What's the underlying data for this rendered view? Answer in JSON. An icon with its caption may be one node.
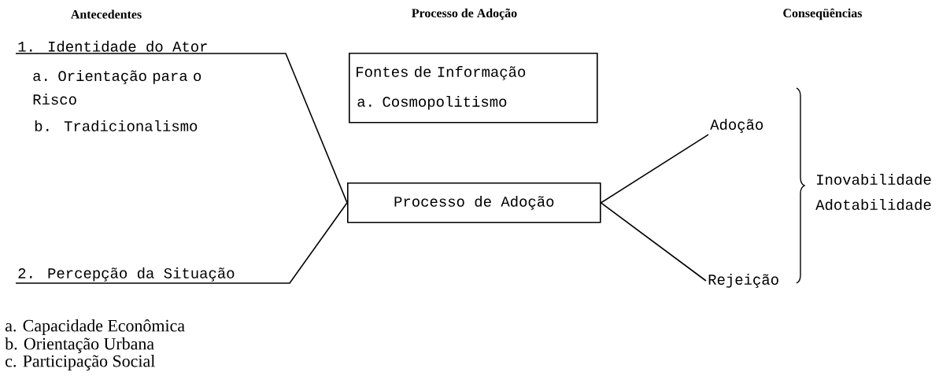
{
  "diagram": {
    "nodes": [
      {
        "text": [
          "1. Identidade do Ator"
        ]
      },
      {
        "text": [
          "2. Percepção da Situação"
        ]
      },
      {
        "text": [
          "Fontes de Informação",
          "a. Cosmopolitismo"
        ]
      },
      {
        "text": [
          "Processo de Adoção"
        ]
      },
      {
        "text": [
          "Adoção"
        ]
      },
      {
        "text": [
          "Rejeição"
        ]
      }
    ],
    "edges": [
      {
        "from": 0,
        "to": 3,
        "arrow": "none"
      },
      {
        "from": 1,
        "to": 3,
        "arrow": "none"
      },
      {
        "from": 3,
        "to": 4,
        "arrow": "none"
      },
      {
        "from": 3,
        "to": 5,
        "arrow": "none"
      }
    ],
    "labels": [
      "Antecedentes",
      "Processo de Adoção",
      "Conseqüências",
      "a. Orientação para o Risco",
      "b. Tradicionalismo",
      "Inovabilidade",
      "Adotabilidade",
      "a. Capacidade Econômica",
      "b. Orientação Urbana",
      "c. Participação Social"
    ]
  }
}
